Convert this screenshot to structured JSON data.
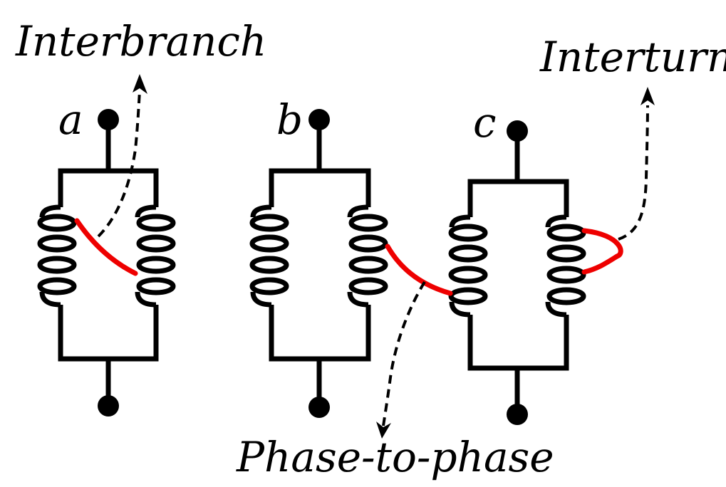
{
  "labels": {
    "interbranch": "Interbranch",
    "interturn": "Interturn",
    "phase_to_phase": "Phase-to-phase"
  },
  "phases": [
    {
      "name": "a"
    },
    {
      "name": "b"
    },
    {
      "name": "c"
    }
  ],
  "colors": {
    "wire": "#000000",
    "fault": "#ee0000"
  }
}
